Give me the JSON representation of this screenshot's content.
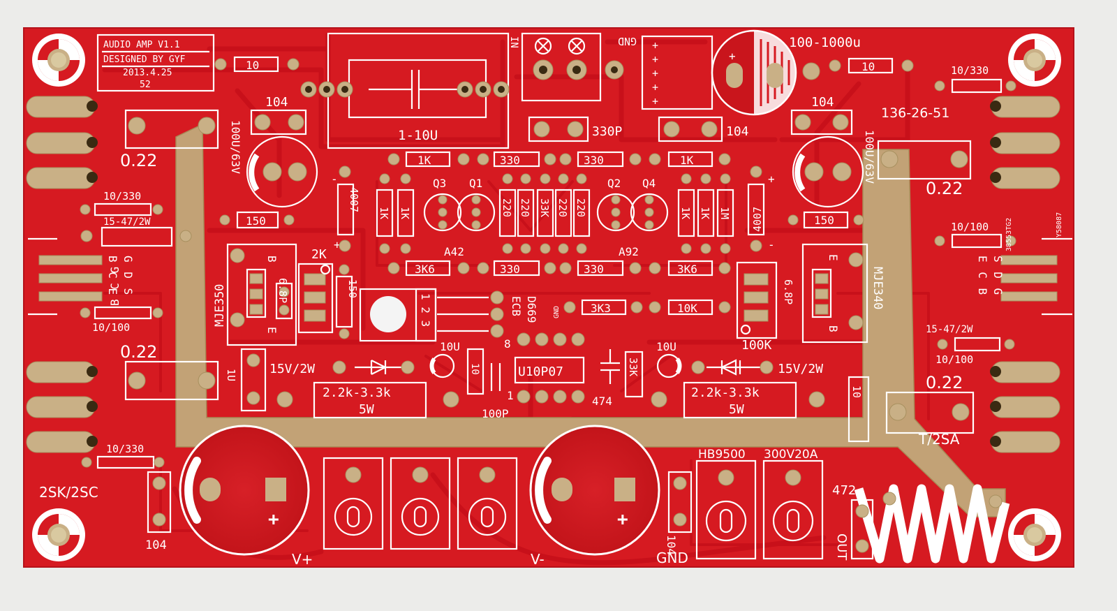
{
  "board": {
    "colors": {
      "background": "#ececea",
      "mask": "#d61a21",
      "mask_dark": "#c8101a",
      "copper": "#c9b086",
      "silkscreen": "#ffffff"
    }
  },
  "labels": {
    "title_block": [
      "AUDIO AMP V1.1",
      "DESIGNED BY GYF",
      "2013.4.25",
      "52"
    ],
    "power_caps": "100-1000u",
    "film_cap": "1-10U",
    "ref_code": "136-26-51",
    "barcode_a": "38553TG2",
    "barcode_b": "Y58087",
    "gnd": "GND",
    "in": "IN",
    "vplus": "V+",
    "vminus": "V-",
    "out": "OUT",
    "plus": "+",
    "minus": "-",
    "hb9500": "HB9500",
    "rating": "300V20A",
    "transistor_pair": "2SK/2SC",
    "pwr_sa": "T/2SA",
    "q3": "Q3",
    "q1": "Q1",
    "q2": "Q2",
    "q4": "Q4",
    "a42": "A42",
    "a92": "A92",
    "mje350": "MJE350",
    "mje340": "MJE340",
    "bce_left": "B C E",
    "gds_left": "G D S",
    "bcg_left": "B C G",
    "ds_left": "D S",
    "bce_right": "E C B",
    "gds_right": "S D G",
    "b": "B",
    "e": "E",
    "ecb": "ECB",
    "d669": "D669",
    "u10p07": "U10P07",
    "pin1": "1",
    "pin8": "8",
    "pins123": "1 2 3",
    "zener": "15V/2W",
    "r_5w": "2.2k-3.3k",
    "r_5w_b": "5W",
    "c100p": "100P",
    "c474": "474",
    "c472": "472",
    "c330p": "330P",
    "c104": "104",
    "c10u": "10U",
    "c100u": "100U/63V",
    "c6p8": "6.8P",
    "r022": "0.22",
    "r10_330": "10/330",
    "r10_100": "10/100",
    "r15_47": "15-47/2W",
    "r10": "10",
    "r1k": "1K",
    "r330": "330",
    "r220": "220",
    "r33k": "33K",
    "r150": "150",
    "r1m": "1M",
    "r3k6": "3K6",
    "r3k3": "3K3",
    "r10k": "10K",
    "r100k": "100K",
    "r2k": "2K",
    "r4007": "4007",
    "r1u": "1U",
    "r10r": "10",
    "r1m_v": "1M"
  }
}
